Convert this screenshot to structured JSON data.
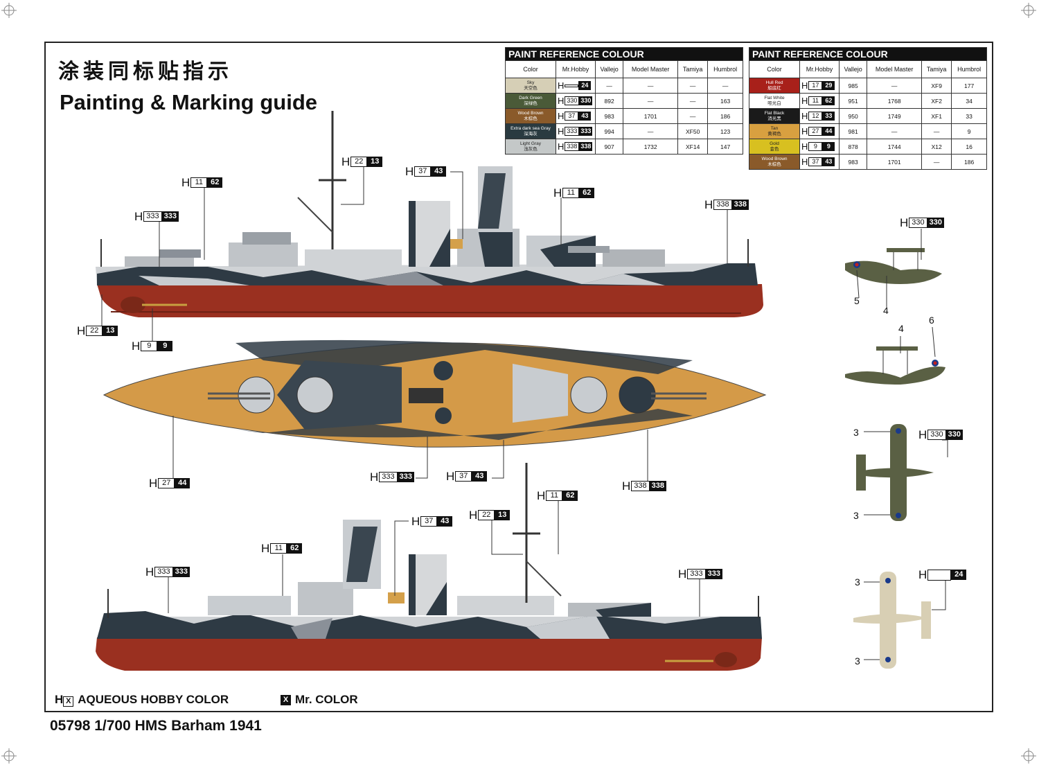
{
  "header": {
    "title_cn": "涂装同标贴指示",
    "title_en": "Painting & Marking guide"
  },
  "paint_table_left": {
    "heading": "PAINT  REFERENCE COLOUR",
    "columns": [
      "Color",
      "Mr.Hobby",
      "Vallejo",
      "Model Master",
      "Tamiya",
      "Humbrol"
    ],
    "rows": [
      {
        "color_en": "Sky",
        "color_cn": "天空色",
        "swatch": "#d6cfb6",
        "h1": "",
        "h2": "24",
        "vallejo": "—",
        "model_master": "—",
        "tamiya": "—",
        "humbrol": "—"
      },
      {
        "color_en": "Dark Green",
        "color_cn": "深绿色",
        "swatch": "#4a5a38",
        "h1": "330",
        "h2": "330",
        "vallejo": "892",
        "model_master": "—",
        "tamiya": "—",
        "humbrol": "163"
      },
      {
        "color_en": "Wood Brown",
        "color_cn": "木棕色",
        "swatch": "#8a5a2a",
        "h1": "37",
        "h2": "43",
        "vallejo": "983",
        "model_master": "1701",
        "tamiya": "—",
        "humbrol": "186"
      },
      {
        "color_en": "Extra dark sea Gray",
        "color_cn": "深海灰",
        "swatch": "#2a3a40",
        "h1": "333",
        "h2": "333",
        "vallejo": "994",
        "model_master": "—",
        "tamiya": "XF50",
        "humbrol": "123"
      },
      {
        "color_en": "Light Gray",
        "color_cn": "浅灰色",
        "swatch": "#c4c8c8",
        "h1": "338",
        "h2": "338",
        "vallejo": "907",
        "model_master": "1732",
        "tamiya": "XF14",
        "humbrol": "147"
      }
    ]
  },
  "paint_table_right": {
    "heading": "PAINT  REFERENCE COLOUR",
    "columns": [
      "Color",
      "Mr.Hobby",
      "Vallejo",
      "Model Master",
      "Tamiya",
      "Humbrol"
    ],
    "rows": [
      {
        "color_en": "Hull Red",
        "color_cn": "船底红",
        "swatch": "#a8201a",
        "h1": "17",
        "h2": "29",
        "vallejo": "985",
        "model_master": "—",
        "tamiya": "XF9",
        "humbrol": "177"
      },
      {
        "color_en": "Flat White",
        "color_cn": "哑光白",
        "swatch": "#ffffff",
        "h1": "11",
        "h2": "62",
        "vallejo": "951",
        "model_master": "1768",
        "tamiya": "XF2",
        "humbrol": "34"
      },
      {
        "color_en": "Flat Black",
        "color_cn": "消光黑",
        "swatch": "#1a1a1a",
        "h1": "12",
        "h2": "33",
        "vallejo": "950",
        "model_master": "1749",
        "tamiya": "XF1",
        "humbrol": "33"
      },
      {
        "color_en": "Tan",
        "color_cn": "黄褐色",
        "swatch": "#d8a040",
        "h1": "27",
        "h2": "44",
        "vallejo": "981",
        "model_master": "—",
        "tamiya": "—",
        "humbrol": "9"
      },
      {
        "color_en": "Gold",
        "color_cn": "金色",
        "swatch": "#d8c020",
        "h1": "9",
        "h2": "9",
        "vallejo": "878",
        "model_master": "1744",
        "tamiya": "X12",
        "humbrol": "16"
      },
      {
        "color_en": "Wood Brown",
        "color_cn": "木棕色",
        "swatch": "#8a5a2a",
        "h1": "37",
        "h2": "43",
        "vallejo": "983",
        "model_master": "1701",
        "tamiya": "—",
        "humbrol": "186"
      }
    ]
  },
  "callouts": [
    {
      "id": "c1",
      "h1": "22",
      "h2": "13"
    },
    {
      "id": "c2",
      "h1": "37",
      "h2": "43"
    },
    {
      "id": "c3",
      "h1": "11",
      "h2": "62"
    },
    {
      "id": "c4",
      "h1": "11",
      "h2": "62"
    },
    {
      "id": "c5",
      "h1": "338",
      "h2": "338"
    },
    {
      "id": "c6",
      "h1": "333",
      "h2": "333"
    },
    {
      "id": "c7",
      "h1": "330",
      "h2": "330"
    },
    {
      "id": "c8",
      "h1": "22",
      "h2": "13"
    },
    {
      "id": "c9",
      "h1": "9",
      "h2": "9"
    },
    {
      "id": "c10",
      "h1": "27",
      "h2": "44"
    },
    {
      "id": "c11",
      "h1": "333",
      "h2": "333"
    },
    {
      "id": "c12",
      "h1": "37",
      "h2": "43"
    },
    {
      "id": "c13",
      "h1": "338",
      "h2": "338"
    },
    {
      "id": "c14",
      "h1": "330",
      "h2": "330"
    },
    {
      "id": "c15",
      "h1": "11",
      "h2": "62"
    },
    {
      "id": "c16",
      "h1": "37",
      "h2": "43"
    },
    {
      "id": "c17",
      "h1": "22",
      "h2": "13"
    },
    {
      "id": "c18",
      "h1": "11",
      "h2": "62"
    },
    {
      "id": "c19",
      "h1": "333",
      "h2": "333"
    },
    {
      "id": "c20",
      "h1": "333",
      "h2": "333"
    },
    {
      "id": "c21",
      "h1": "",
      "h2": "24"
    }
  ],
  "decal_numbers": [
    "5",
    "4",
    "4",
    "6",
    "3",
    "3",
    "3",
    "3"
  ],
  "legend": {
    "aqueous_prefix": "H",
    "aqueous_box": "X",
    "aqueous_label": "AQUEOUS HOBBY COLOR",
    "mr_box": "X",
    "mr_label": "Mr. COLOR"
  },
  "footer": {
    "product": "05798 1/700 HMS Barham 1941"
  },
  "colors": {
    "hull_red": "#9a3020",
    "deck_tan": "#d49a48",
    "camo_dark": "#2e3a44",
    "camo_mid": "#7a8088",
    "camo_light": "#d6d8da",
    "aircraft_green": "#5a6044",
    "aircraft_cream": "#d8cfb4"
  }
}
